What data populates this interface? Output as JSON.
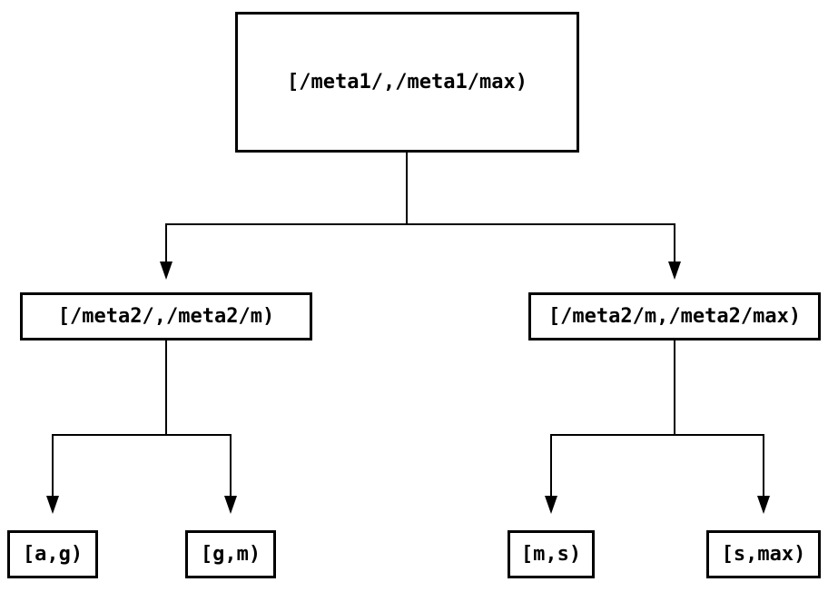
{
  "diagram": {
    "type": "tree",
    "background": "#ffffff",
    "line_color": "#000000",
    "text_color": "#000000",
    "nodes": {
      "root": {
        "label": "[/meta1/,/meta1/max)"
      },
      "left_child": {
        "label": "[/meta2/,/meta2/m)"
      },
      "right_child": {
        "label": "[/meta2/m,/meta2/max)"
      },
      "leaf_ag": {
        "label": "[a,g)"
      },
      "leaf_gm": {
        "label": "[g,m)"
      },
      "leaf_ms": {
        "label": "[m,s)"
      },
      "leaf_smax": {
        "label": "[s,max)"
      }
    },
    "edges": [
      {
        "from": "root",
        "to": "left_child"
      },
      {
        "from": "root",
        "to": "right_child"
      },
      {
        "from": "left_child",
        "to": "leaf_ag"
      },
      {
        "from": "left_child",
        "to": "leaf_gm"
      },
      {
        "from": "right_child",
        "to": "leaf_ms"
      },
      {
        "from": "right_child",
        "to": "leaf_smax"
      }
    ]
  }
}
